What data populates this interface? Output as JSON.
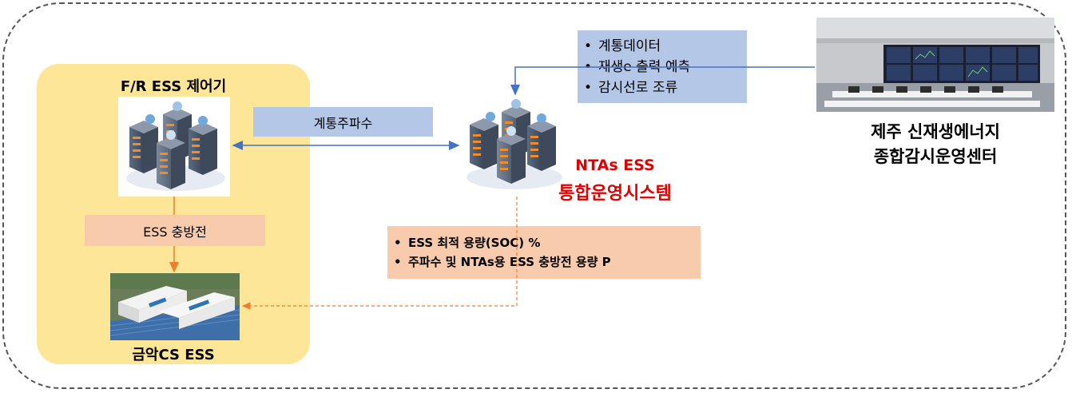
{
  "left_panel": {
    "title": "F/R ESS 제어기",
    "charge_label": "ESS 충방전",
    "site_label": "금악CS ESS"
  },
  "frequency_label": "계통주파수",
  "nta_system": {
    "line1": "NTAs ESS",
    "line2": "통합운영시스템"
  },
  "data_box": {
    "items": [
      "계통데이터",
      "재생e 출력 예측",
      "감시선로 조류"
    ]
  },
  "control_center": {
    "line1": "제주 신재생에너지",
    "line2": "종합감시운영센터"
  },
  "capacity_box": {
    "items": [
      "ESS 최적 용량(SOC) %",
      "주파수 및 NTAs용 ESS 충방전 용량 P"
    ]
  },
  "colors": {
    "panel_fill": "#fee699",
    "blue_box": "#b4c7e7",
    "peach_box": "#f8cbad",
    "arrow_blue": "#4472c4",
    "arrow_orange": "#ed7d31",
    "title_red": "#e00000"
  },
  "icons": [
    "server-cluster-icon",
    "server-cluster-icon",
    "ess-container-photo",
    "control-room-photo"
  ]
}
